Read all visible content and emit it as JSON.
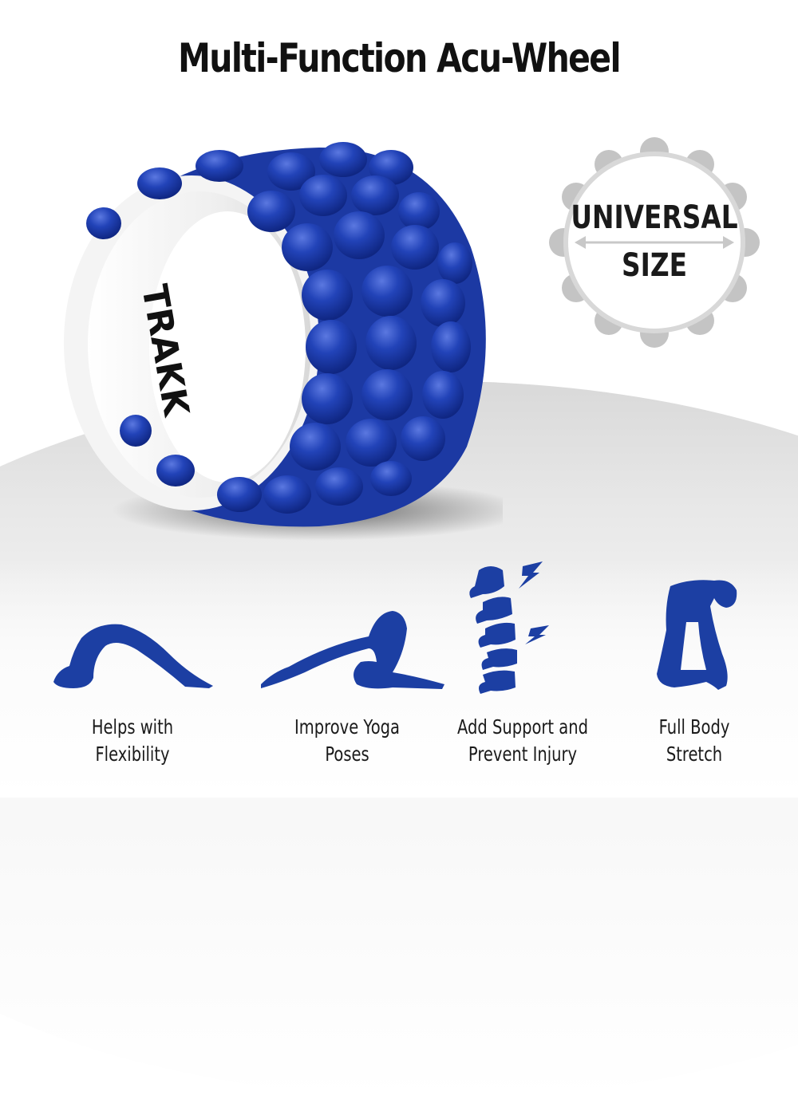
{
  "title": "Multi-Function Acu-Wheel",
  "product": {
    "brand_mark": "TRAKK",
    "color": "#1d3fae",
    "inner_color": "#efefef"
  },
  "badge": {
    "line1": "UNIVERSAL",
    "line2": "SIZE",
    "icon": "double-arrow-icon"
  },
  "features": [
    {
      "icon": "backbend-pose-icon",
      "line1": "Helps with",
      "line2": "Flexibility"
    },
    {
      "icon": "plow-pose-icon",
      "line1": "Improve Yoga",
      "line2": "Poses"
    },
    {
      "icon": "spine-icon",
      "line1": "Add Support and",
      "line2": "Prevent Injury"
    },
    {
      "icon": "camel-pose-icon",
      "line1": "Full Body",
      "line2": "Stretch"
    }
  ],
  "colors": {
    "accent_blue": "#1d3fa6",
    "text": "#111111",
    "badge_ring": "#d0d0d0"
  }
}
